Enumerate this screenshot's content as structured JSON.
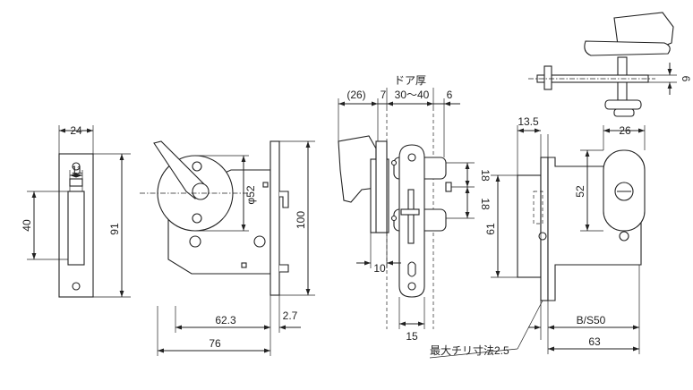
{
  "front_plate": {
    "width": "24",
    "inner_width": "11",
    "height": "91",
    "slot_height": "40"
  },
  "side_view": {
    "rosette_diameter": "φ52",
    "height": "100",
    "backset": "62.3",
    "depth_offset": "2.7",
    "overall_width": "76"
  },
  "section_view": {
    "title": "ドア厚",
    "dim_26": "(26)",
    "dim_7": "7",
    "door_thickness": "30～40",
    "dim_6": "6",
    "dim_18_upper": "18",
    "dim_18_lower": "18",
    "dim_10": "10",
    "dim_15": "15"
  },
  "rear_view": {
    "dim_6": "6",
    "dim_13_5": "13.5",
    "dim_26": "26",
    "dim_52": "52",
    "dim_61": "61",
    "backset_label": "B/S50",
    "overall_width": "63",
    "note": "最大チリ寸法2.5"
  }
}
